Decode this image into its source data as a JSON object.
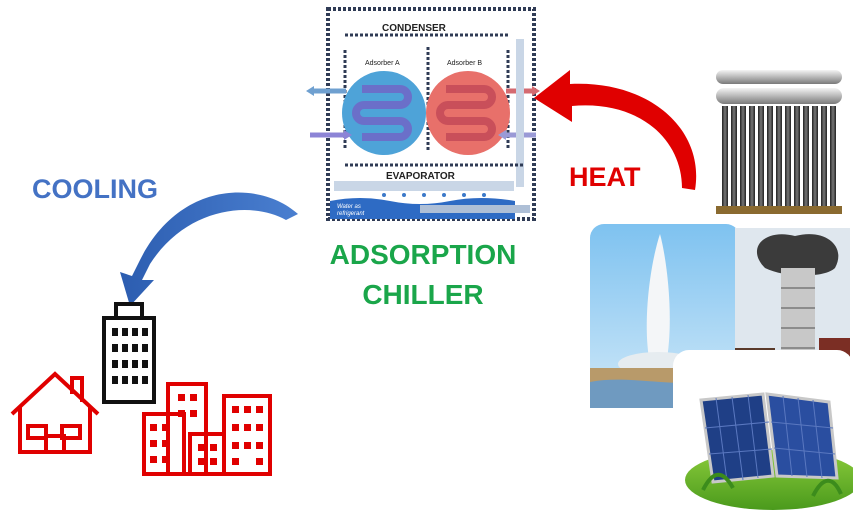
{
  "labels": {
    "cooling": "COOLING",
    "heat": "HEAT",
    "chiller_line1": "ADSORPTION",
    "chiller_line2": "CHILLER"
  },
  "chiller_diagram": {
    "condenser": "CONDENSER",
    "adsorber_a": "Adsorber A",
    "adsorber_b": "Adsorber B",
    "evaporator": "EVAPORATOR",
    "water_line1": "Water as",
    "water_line2": "refrigerant"
  },
  "colors": {
    "cooling": "#4472c4",
    "heat": "#e00000",
    "chiller": "#1aa64a",
    "buildings": "#e00000",
    "tower": "#111111"
  },
  "icons": [
    "cooling-arrow-icon",
    "heat-arrow-icon",
    "house-icon",
    "tower-building-icon",
    "city-buildings-icon",
    "solar-thermal-collector-icon",
    "geyser-icon",
    "industrial-chimney-icon",
    "solar-panel-icon"
  ]
}
